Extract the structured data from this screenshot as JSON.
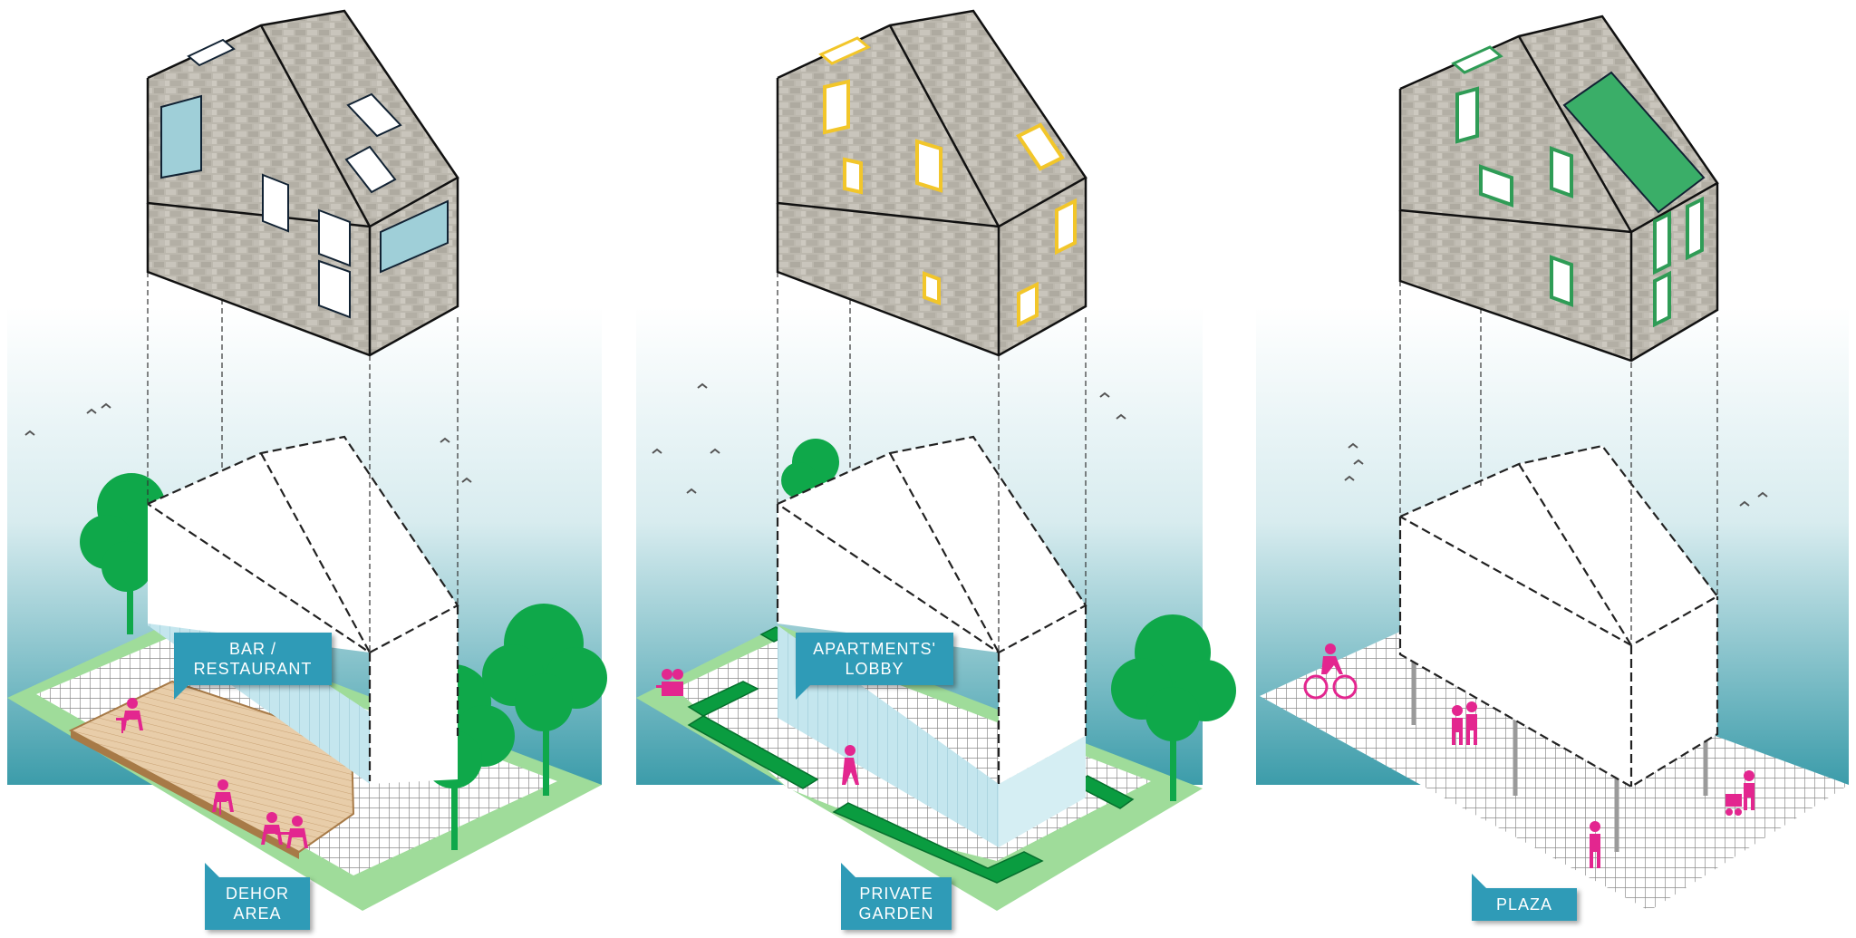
{
  "colors": {
    "sky_top": "#ffffff",
    "sky_bottom": "#3c9caa",
    "stone": "#bcb8ae",
    "stone_dark": "#a7a399",
    "grass": "#9fdc9a",
    "tree": "#0fa84a",
    "hedge": "#0a9c40",
    "people": "#e3268f",
    "glass": "#c4e6ee",
    "deck": "#e6c9a4",
    "deck_edge": "#a77a47",
    "window_blue": "#9fcfd8",
    "window_yellow": "#f2c62a",
    "window_green": "#2f9c56",
    "label_bg": "#2f9bb7"
  },
  "panels": [
    {
      "id": "bar",
      "labels": [
        {
          "key": "ground",
          "text": "BAR /\nRESTAURANT"
        },
        {
          "key": "outdoor",
          "text": "DEHOR\nAREA"
        }
      ]
    },
    {
      "id": "lobby",
      "labels": [
        {
          "key": "ground",
          "text": "APARTMENTS'\nLOBBY"
        },
        {
          "key": "outdoor",
          "text": "PRIVATE\nGARDEN"
        }
      ]
    },
    {
      "id": "plaza",
      "labels": [
        {
          "key": "outdoor",
          "text": "PLAZA"
        }
      ]
    }
  ]
}
